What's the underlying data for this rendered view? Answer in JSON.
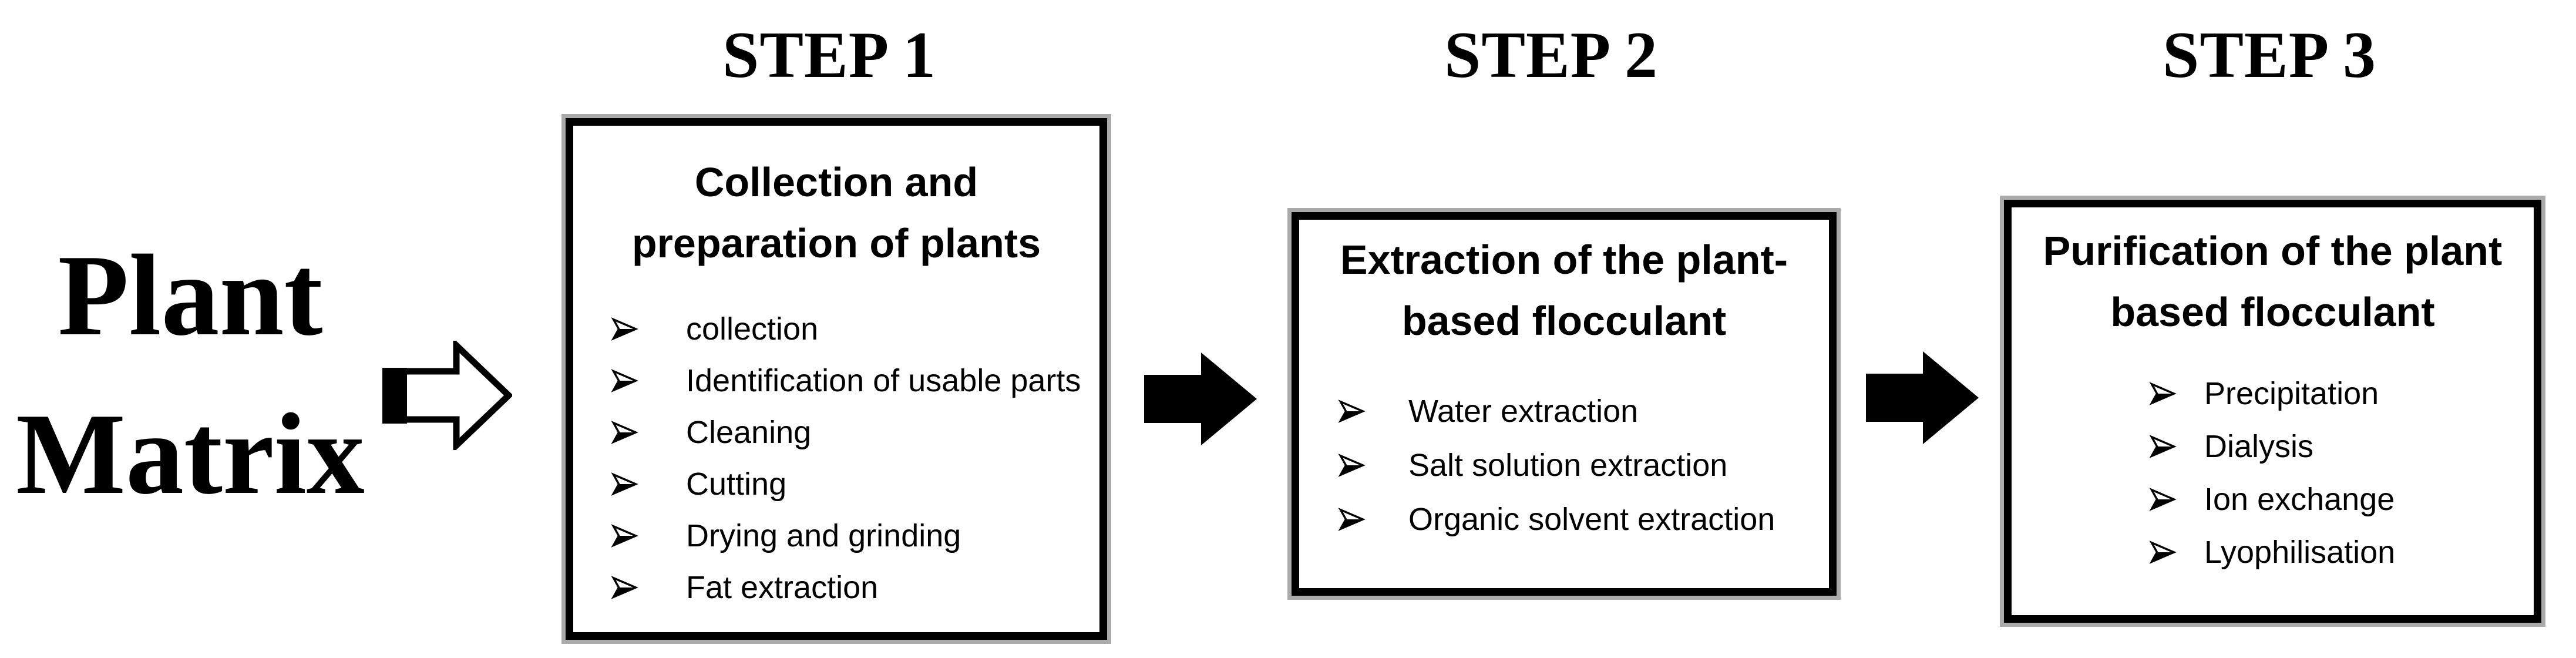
{
  "title_left": {
    "line1": "Plant",
    "line2": "Matrix"
  },
  "steps": [
    {
      "label": "STEP 1",
      "header_lines": [
        "Collection and",
        "preparation of plants"
      ],
      "items": [
        "collection",
        "Identification of usable parts",
        "Cleaning",
        "Cutting",
        "Drying and grinding",
        "Fat extraction"
      ]
    },
    {
      "label": "STEP 2",
      "header_lines": [
        "Extraction of the plant-",
        "based flocculant"
      ],
      "items": [
        "Water extraction",
        "Salt solution extraction",
        "Organic solvent extraction"
      ]
    },
    {
      "label": "STEP 3",
      "header_lines": [
        "Purification of the plant",
        "based flocculant"
      ],
      "items": [
        "Precipitation",
        "Dialysis",
        "Ion exchange",
        "Lyophilisation"
      ]
    }
  ],
  "icons": {
    "bullet": "three-d-rightwards-arrowhead",
    "arrow_between_title_and_step1": "hollow-right-arrow-with-solid-tail",
    "arrow_between_steps": "solid-right-arrow"
  },
  "colors": {
    "ink": "#000000",
    "background": "#ffffff",
    "border": "#000000",
    "border_halo": "#ababab"
  }
}
